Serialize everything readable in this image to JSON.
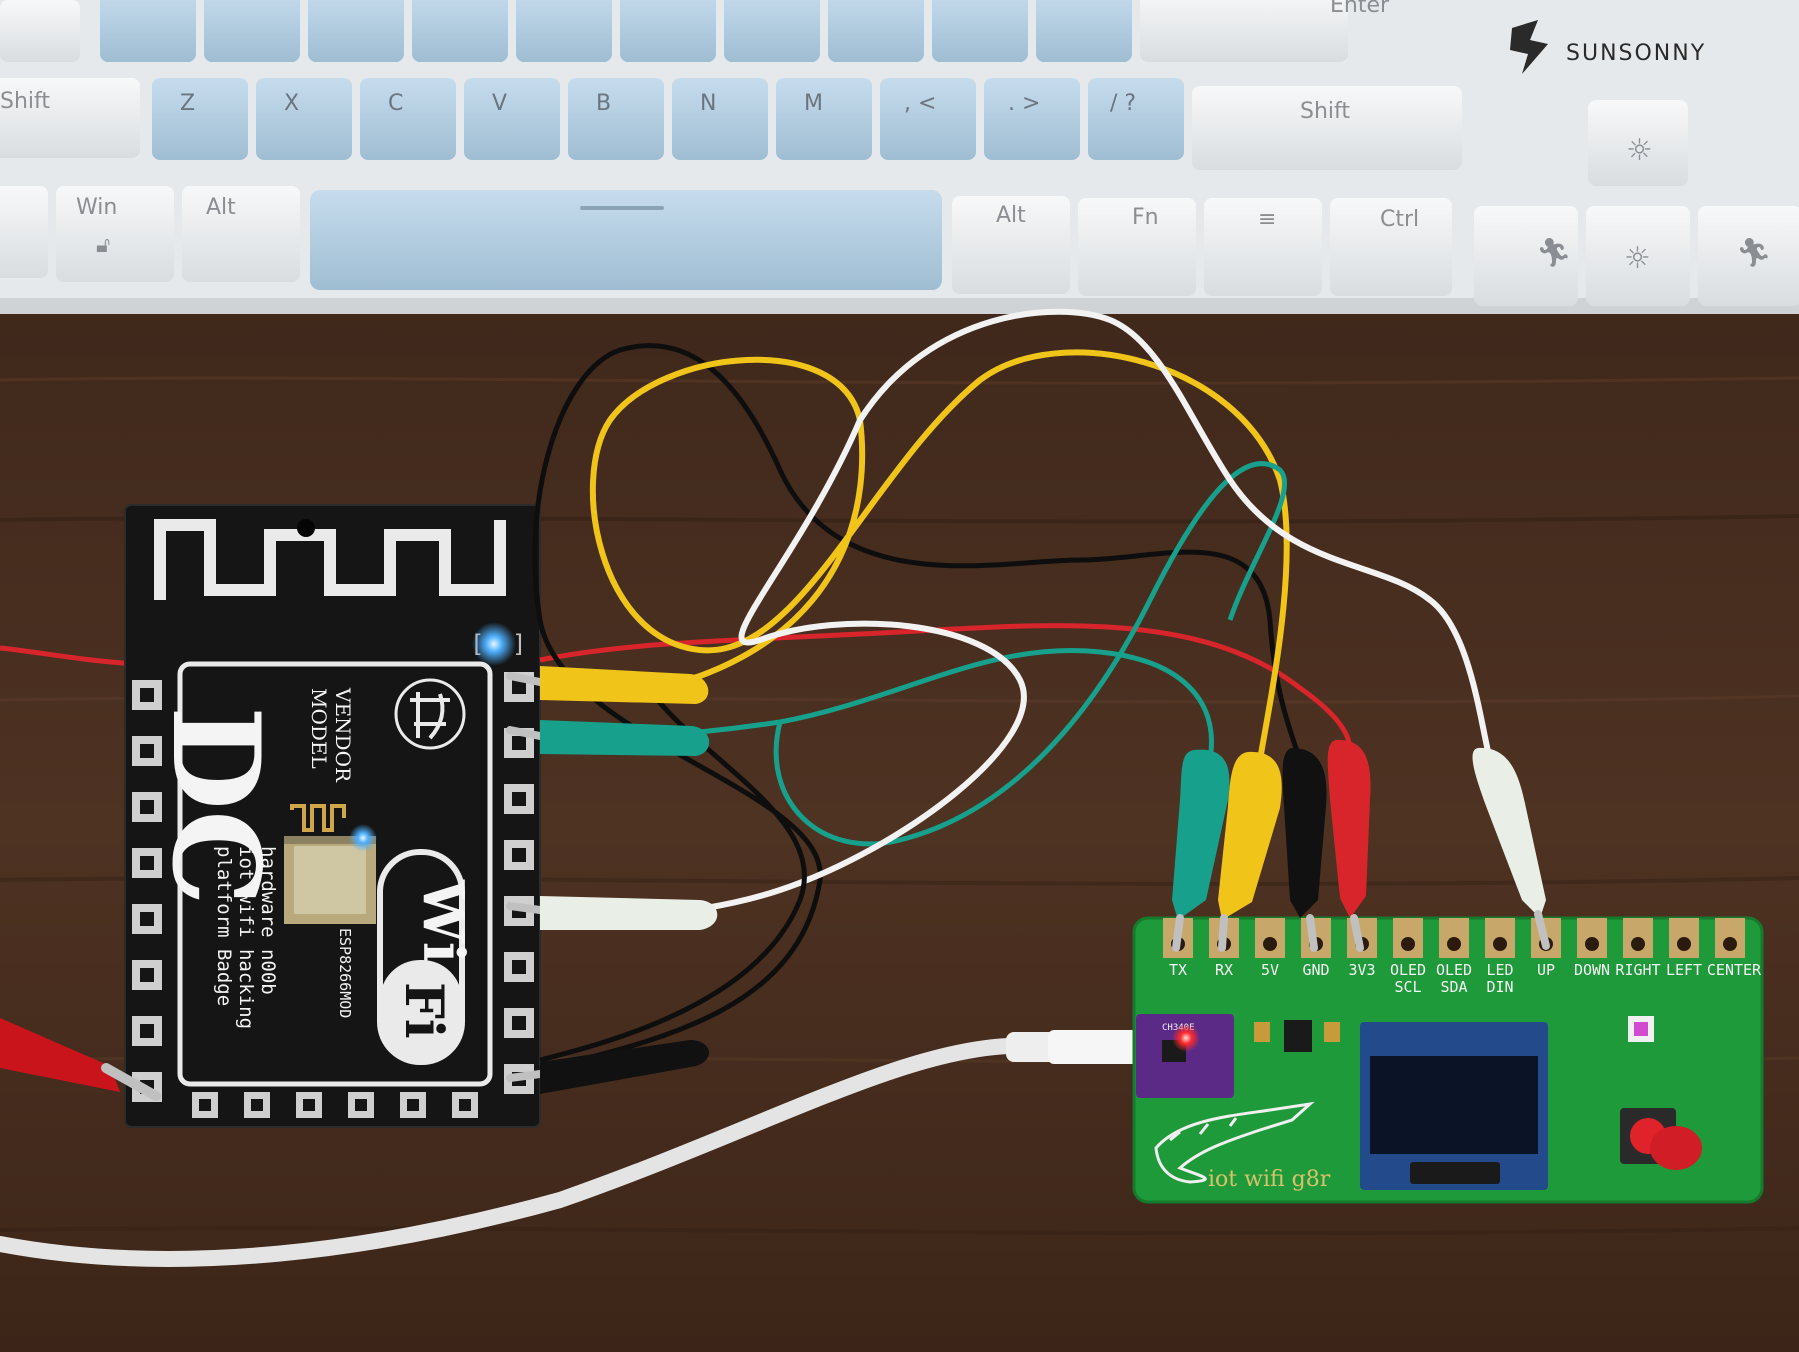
{
  "keyboard": {
    "brand": "SUNSONNY",
    "row_top": {
      "enter": "Enter"
    },
    "row_shift": {
      "left_shift": "Shift",
      "letters": [
        "Z",
        "X",
        "C",
        "V",
        "B",
        "N",
        "M",
        ", <",
        ". >",
        "/ ?"
      ],
      "right_shift": "Shift"
    },
    "row_bottom": {
      "win": "Win",
      "alt_left": "Alt",
      "alt_right": "Alt",
      "fn": "Fn",
      "ctrl": "Ctrl"
    }
  },
  "badge_left": {
    "logo_letters": "DC",
    "model_vendor_1": "MODEL",
    "model_vendor_2": "VENDOR",
    "lines": [
      "hardware n00b",
      "iot wifi hacking",
      "platform Badge"
    ],
    "module_label": "ESP8266MOD",
    "wifi_text_1": "Wi",
    "wifi_text_2": "Fi"
  },
  "badge_right": {
    "pins": [
      {
        "label": "TX"
      },
      {
        "label": "RX"
      },
      {
        "label": "5V"
      },
      {
        "label": "GND"
      },
      {
        "label": "3V3"
      },
      {
        "label": "OLED",
        "label2": "SCL"
      },
      {
        "label": "OLED",
        "label2": "SDA"
      },
      {
        "label": "LED",
        "label2": "DIN"
      },
      {
        "label": "UP"
      },
      {
        "label": "DOWN"
      },
      {
        "label": "RIGHT"
      },
      {
        "label": "LEFT"
      },
      {
        "label": "CENTER"
      }
    ],
    "chip_label": "CH340E",
    "board_text": "iot wifi g8r"
  },
  "colors": {
    "wood": "#4a2f20",
    "keyboard_frame": "#e9ecee",
    "blue_key": "#b5cfe0",
    "white_key": "#eef0f1",
    "pcb_black": "#161616",
    "pcb_green": "#1f9a3a",
    "wire_yellow": "#f0c419",
    "wire_teal": "#17a08c",
    "wire_black": "#101010",
    "wire_white": "#f2f2f2",
    "wire_red": "#d8252b"
  }
}
